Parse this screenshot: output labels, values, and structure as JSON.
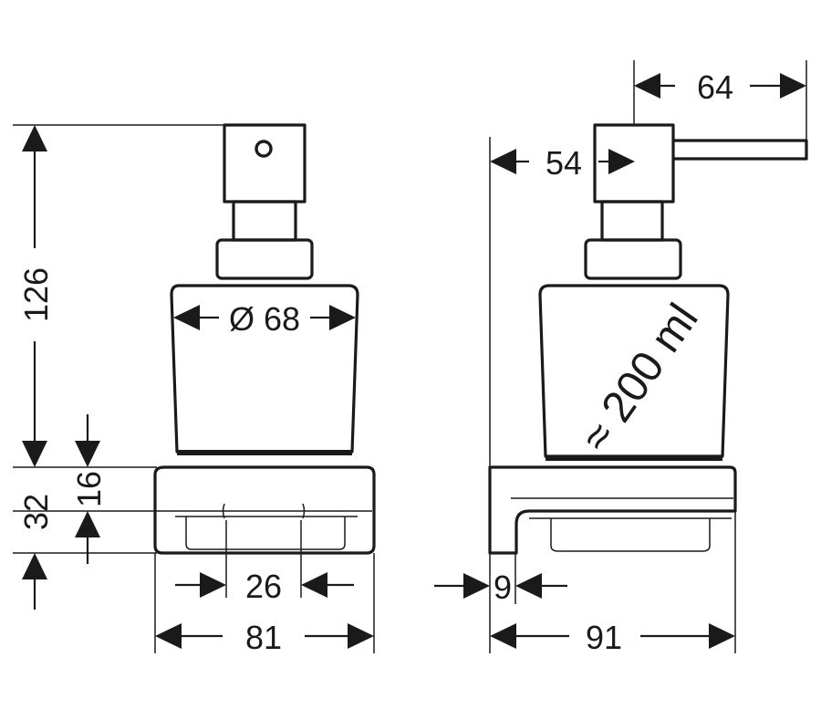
{
  "front_view": {
    "height_total": "126",
    "height_base": "32",
    "height_tray": "16",
    "diameter": "Ø 68",
    "width_inner": "26",
    "width_base": "81"
  },
  "side_view": {
    "depth_total": "64",
    "depth_pump": "54",
    "wall_plate": "9",
    "depth_base": "91",
    "volume": "≈ 200 ml"
  }
}
